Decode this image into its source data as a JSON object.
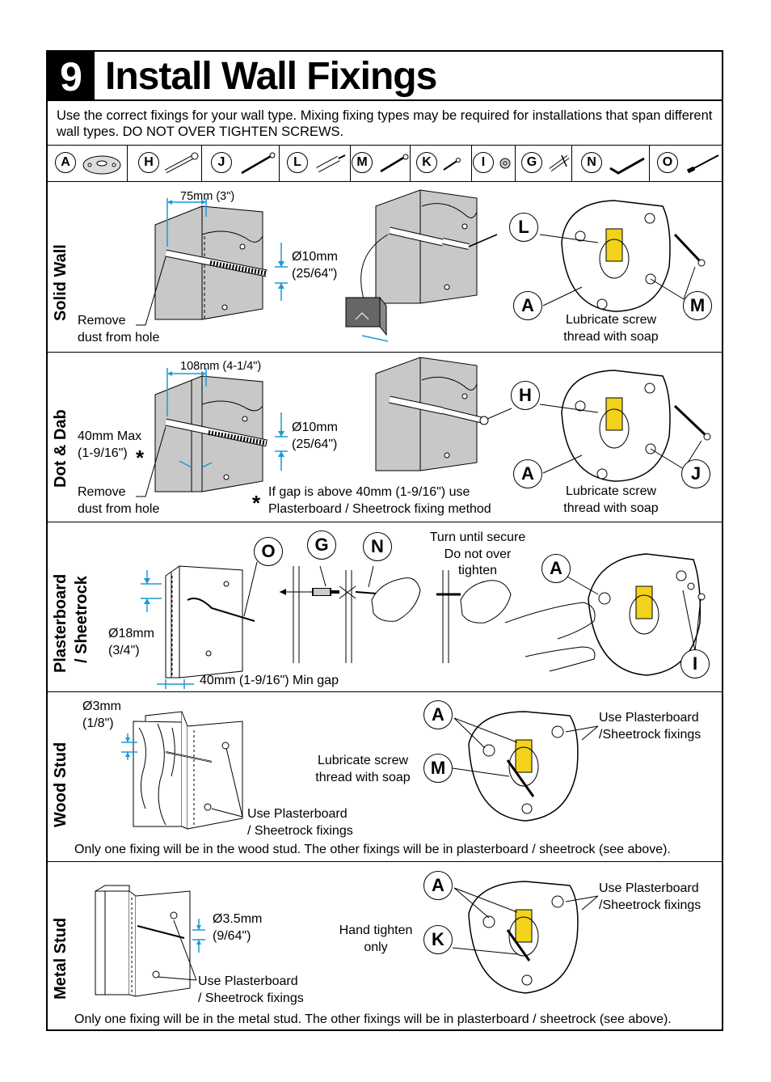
{
  "header": {
    "step_number": "9",
    "title": "Install Wall Fixings"
  },
  "intro": "Use the correct fixings for your wall type. Mixing fixing types may be required for installations that span different wall types. DO NOT OVER TIGHTEN SCREWS.",
  "parts": [
    {
      "letter": "A",
      "icon": "wall-plate-icon"
    },
    {
      "letter": "H",
      "icon": "frame-fixing-plug-icon"
    },
    {
      "letter": "J",
      "icon": "long-screw-icon"
    },
    {
      "letter": "L",
      "icon": "wall-plug-icon"
    },
    {
      "letter": "M",
      "icon": "screw-icon"
    },
    {
      "letter": "K",
      "icon": "self-tapping-screw-icon"
    },
    {
      "letter": "I",
      "icon": "washer-icon"
    },
    {
      "letter": "G",
      "icon": "cavity-anchor-icon"
    },
    {
      "letter": "N",
      "icon": "allen-key-icon"
    },
    {
      "letter": "O",
      "icon": "setting-tool-icon"
    }
  ],
  "sections": {
    "solid_wall": {
      "label": "Solid Wall",
      "depth": "75mm (3\")",
      "diameter_mm": "Ø10mm",
      "diameter_in": "(25/64\")",
      "dust_1": "Remove",
      "dust_2": "dust from hole",
      "callout_L": "L",
      "callout_A": "A",
      "callout_M": "M",
      "lube_1": "Lubricate screw",
      "lube_2": "thread with soap"
    },
    "dot_dab": {
      "label": "Dot & Dab",
      "depth": "108mm (4-1/4\")",
      "gap_1": "40mm Max",
      "gap_2": "(1-9/16\")",
      "asterisk": "*",
      "diameter_mm": "Ø10mm",
      "diameter_in": "(25/64\")",
      "dust_1": "Remove",
      "dust_2": "dust from hole",
      "note_1": "If gap is above 40mm (1-9/16\") use",
      "note_2": "Plasterboard / Sheetrock fixing method",
      "callout_H": "H",
      "callout_A": "A",
      "callout_J": "J",
      "lube_1": "Lubricate screw",
      "lube_2": "thread with soap"
    },
    "plasterboard": {
      "label_1": "Plasterboard",
      "label_2": "/ Sheetrock",
      "diameter_mm": "Ø18mm",
      "diameter_in": "(3/4\")",
      "min_gap": "40mm (1-9/16\") Min gap",
      "callout_O": "O",
      "callout_G": "G",
      "callout_N": "N",
      "callout_A": "A",
      "callout_I": "I",
      "turn_1": "Turn until secure",
      "turn_2": "Do not over",
      "turn_3": "tighten"
    },
    "wood_stud": {
      "label": "Wood Stud",
      "diameter_mm": "Ø3mm",
      "diameter_in": "(1/8\")",
      "use_1": "Use Plasterboard",
      "use_2": "/ Sheetrock fixings",
      "lube_1": "Lubricate screw",
      "lube_2": "thread with soap",
      "callout_A": "A",
      "callout_M": "M",
      "right_1": "Use Plasterboard",
      "right_2": "/Sheetrock fixings",
      "footnote": "Only one fixing will be in the wood stud. The other fixings will be in plasterboard / sheetrock (see above)."
    },
    "metal_stud": {
      "label": "Metal Stud",
      "diameter_mm": "Ø3.5mm",
      "diameter_in": "(9/64\")",
      "use_1": "Use Plasterboard",
      "use_2": "/ Sheetrock fixings",
      "hand_1": "Hand tighten",
      "hand_2": "only",
      "callout_A": "A",
      "callout_K": "K",
      "right_1": "Use Plasterboard",
      "right_2": "/Sheetrock fixings",
      "footnote": "Only one fixing will be in the metal stud. The other fixings will be in plasterboard / sheetrock (see above)."
    }
  },
  "colors": {
    "accent_blue": "#1a9ad6",
    "plug_yellow": "#f2d21b",
    "wall_grey": "#c8c8c8",
    "border": "#000000"
  }
}
